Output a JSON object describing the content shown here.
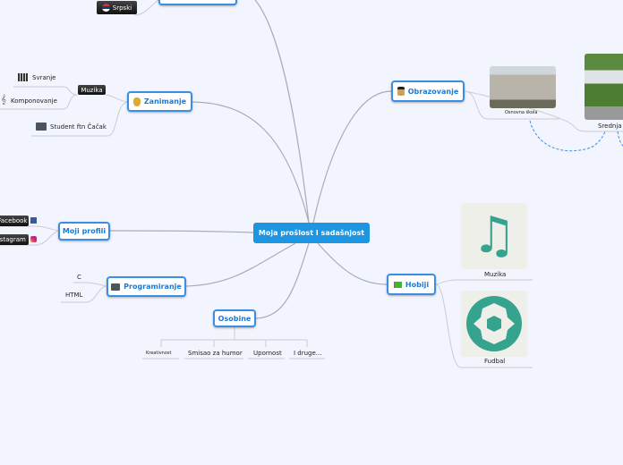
{
  "central": {
    "label": "Moja prošlost I sadašnjost"
  },
  "branches": {
    "top_partial": {
      "children": [
        "Srpski"
      ]
    },
    "zanimanje": {
      "label": "Zanimanje",
      "icon": "money-bag-icon",
      "tag": "Muzika",
      "children": [
        "Svranje",
        "Komponovanje",
        "Student ftn Čačak"
      ]
    },
    "moji_profili": {
      "label": "Moji profili",
      "children": [
        "Facebook",
        "Instagram"
      ]
    },
    "programiranje": {
      "label": "Programiranje",
      "icon": "computer-icon",
      "children": [
        "C",
        "HTML"
      ]
    },
    "osobine": {
      "label": "Osobine",
      "children": [
        "Kreativnost",
        "Smisao za humor",
        "Upornost",
        "I druge..."
      ]
    },
    "obrazovanje": {
      "label": "Obrazovanje",
      "icon": "graduate-icon",
      "children": [
        "Osnovna škola",
        "Srednja"
      ]
    },
    "hobiji": {
      "label": "Hobiji",
      "icon": "flag-icon",
      "children": [
        "Muzika",
        "Fudbal"
      ]
    }
  },
  "colors": {
    "background": "#f2f5fd",
    "central": "#1e95e0",
    "node_border": "#3a8ee6",
    "node_text": "#1a7ad8",
    "hobby_icon": "#35a38e"
  }
}
